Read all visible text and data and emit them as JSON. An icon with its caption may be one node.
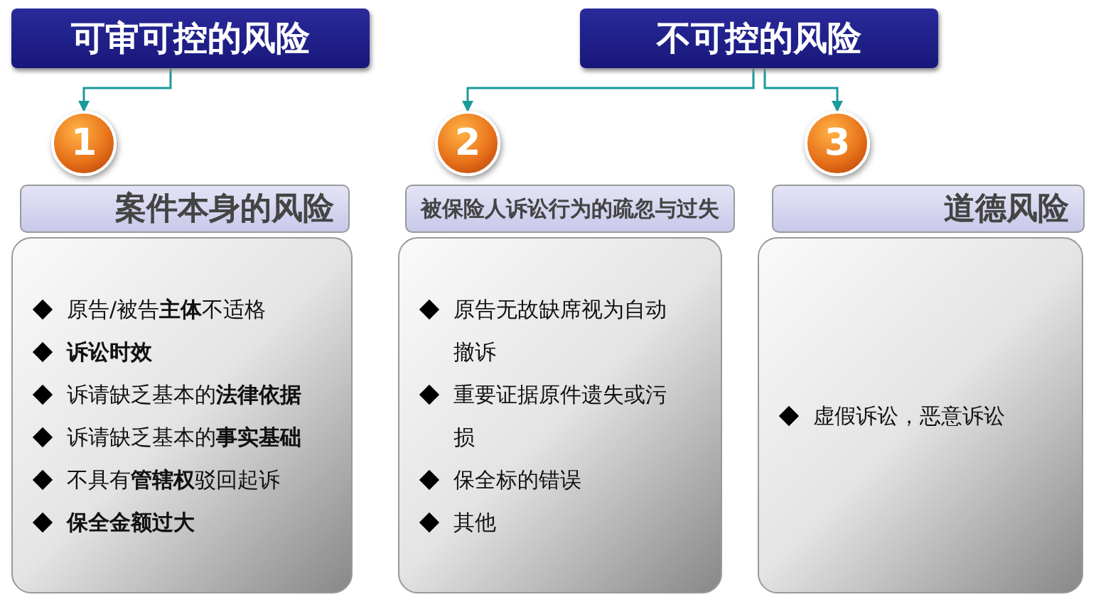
{
  "diagram": {
    "nodes": [
      {
        "text": [
          "可审可控的风险"
        ]
      },
      {
        "text": [
          "不可控的风险"
        ]
      },
      {
        "text": [
          "1"
        ]
      },
      {
        "text": [
          "案件本身的风险"
        ]
      },
      {
        "text": [
          "原告/被告**主体**不适格",
          "**诉讼时效**",
          "诉请缺乏基本的**法律依据**",
          "诉请缺乏基本的**事实基础**",
          "不具有**管辖权**驳回起诉",
          "**保全金额过大**"
        ]
      },
      {
        "text": [
          "2"
        ]
      },
      {
        "text": [
          "被保险人诉讼行为的疏忽与过失"
        ]
      },
      {
        "text": [
          "原告无故缺席视为自动撤诉",
          "重要证据原件遗失或污损",
          "保全标的错误",
          "其他"
        ]
      },
      {
        "text": [
          "3"
        ]
      },
      {
        "text": [
          "道德风险"
        ]
      },
      {
        "text": [
          "虚假诉讼，恶意诉讼"
        ]
      }
    ],
    "edges": [
      {
        "from": 0,
        "to": 2,
        "arrow": "to"
      },
      {
        "from": 1,
        "to": 5,
        "arrow": "to"
      },
      {
        "from": 1,
        "to": 8,
        "arrow": "to"
      }
    ]
  }
}
